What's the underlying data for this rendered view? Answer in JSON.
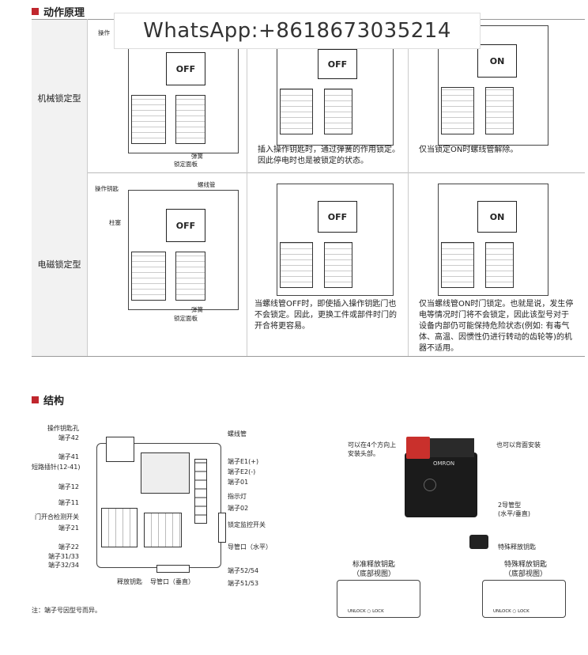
{
  "sections": {
    "principle": "动作原理",
    "structure": "结构"
  },
  "watermark": "WhatsApp:+8618673035214",
  "rows": {
    "mechanical": "机械锁定型",
    "electromagnetic": "电磁锁定型"
  },
  "diagrams": {
    "off": "OFF",
    "on": "ON",
    "top_label": "操作",
    "spring": "弹簧",
    "lock_plate": "锁定面板",
    "operation_key": "操作钥匙",
    "solenoid": "螺线管",
    "plunger": "柱塞"
  },
  "captions": {
    "mech_2": "插入操作钥匙时，通过弹簧的作用锁定。因此停电时也是被锁定的状态。",
    "mech_3": "仅当锁定ON时螺线管解除。",
    "em_2": "当螺线管OFF时，即使插入操作钥匙门也不会锁定。因此，更换工件或部件时门的开合将更容易。",
    "em_3": "仅当螺线管ON时门锁定。也就是说，发生停电等情况时门将不会锁定，因此该型号对于设备内部仍可能保持危险状态(例如: 有毒气体、高温、因惯性仍进行转动的齿轮等)的机器不适用。"
  },
  "structure": {
    "left_labels": [
      "操作钥匙孔",
      "端子42",
      "端子41",
      "短路插针(12-41)",
      "端子12",
      "端子11",
      "门开合检测开关",
      "端子21",
      "端子22",
      "端子31/33",
      "端子32/34"
    ],
    "right_labels": [
      "螺线管",
      "端子E1(+)",
      "端子E2(-)",
      "端子01",
      "指示灯",
      "端子02",
      "锁定监控开关",
      "导管口（水平）",
      "端子52/54",
      "端子51/53"
    ],
    "bottom_labels": [
      "释放钥匙",
      "导管口（垂直）"
    ],
    "note": "注：端子号因型号而异。",
    "photo_notes": [
      "可以在4个方向上安装头部。",
      "也可以背面安装",
      "2导管型",
      "(水平/垂直)",
      "特殊释放钥匙"
    ],
    "brand": "OMRON",
    "standard_key": "标准释放钥匙",
    "special_key": "特殊释放钥匙",
    "bottom_view": "（底部视图）",
    "unlock_lock": "UNLOCK ○ LOCK"
  },
  "colors": {
    "accent": "#c0262d",
    "head": "#c9302c"
  }
}
